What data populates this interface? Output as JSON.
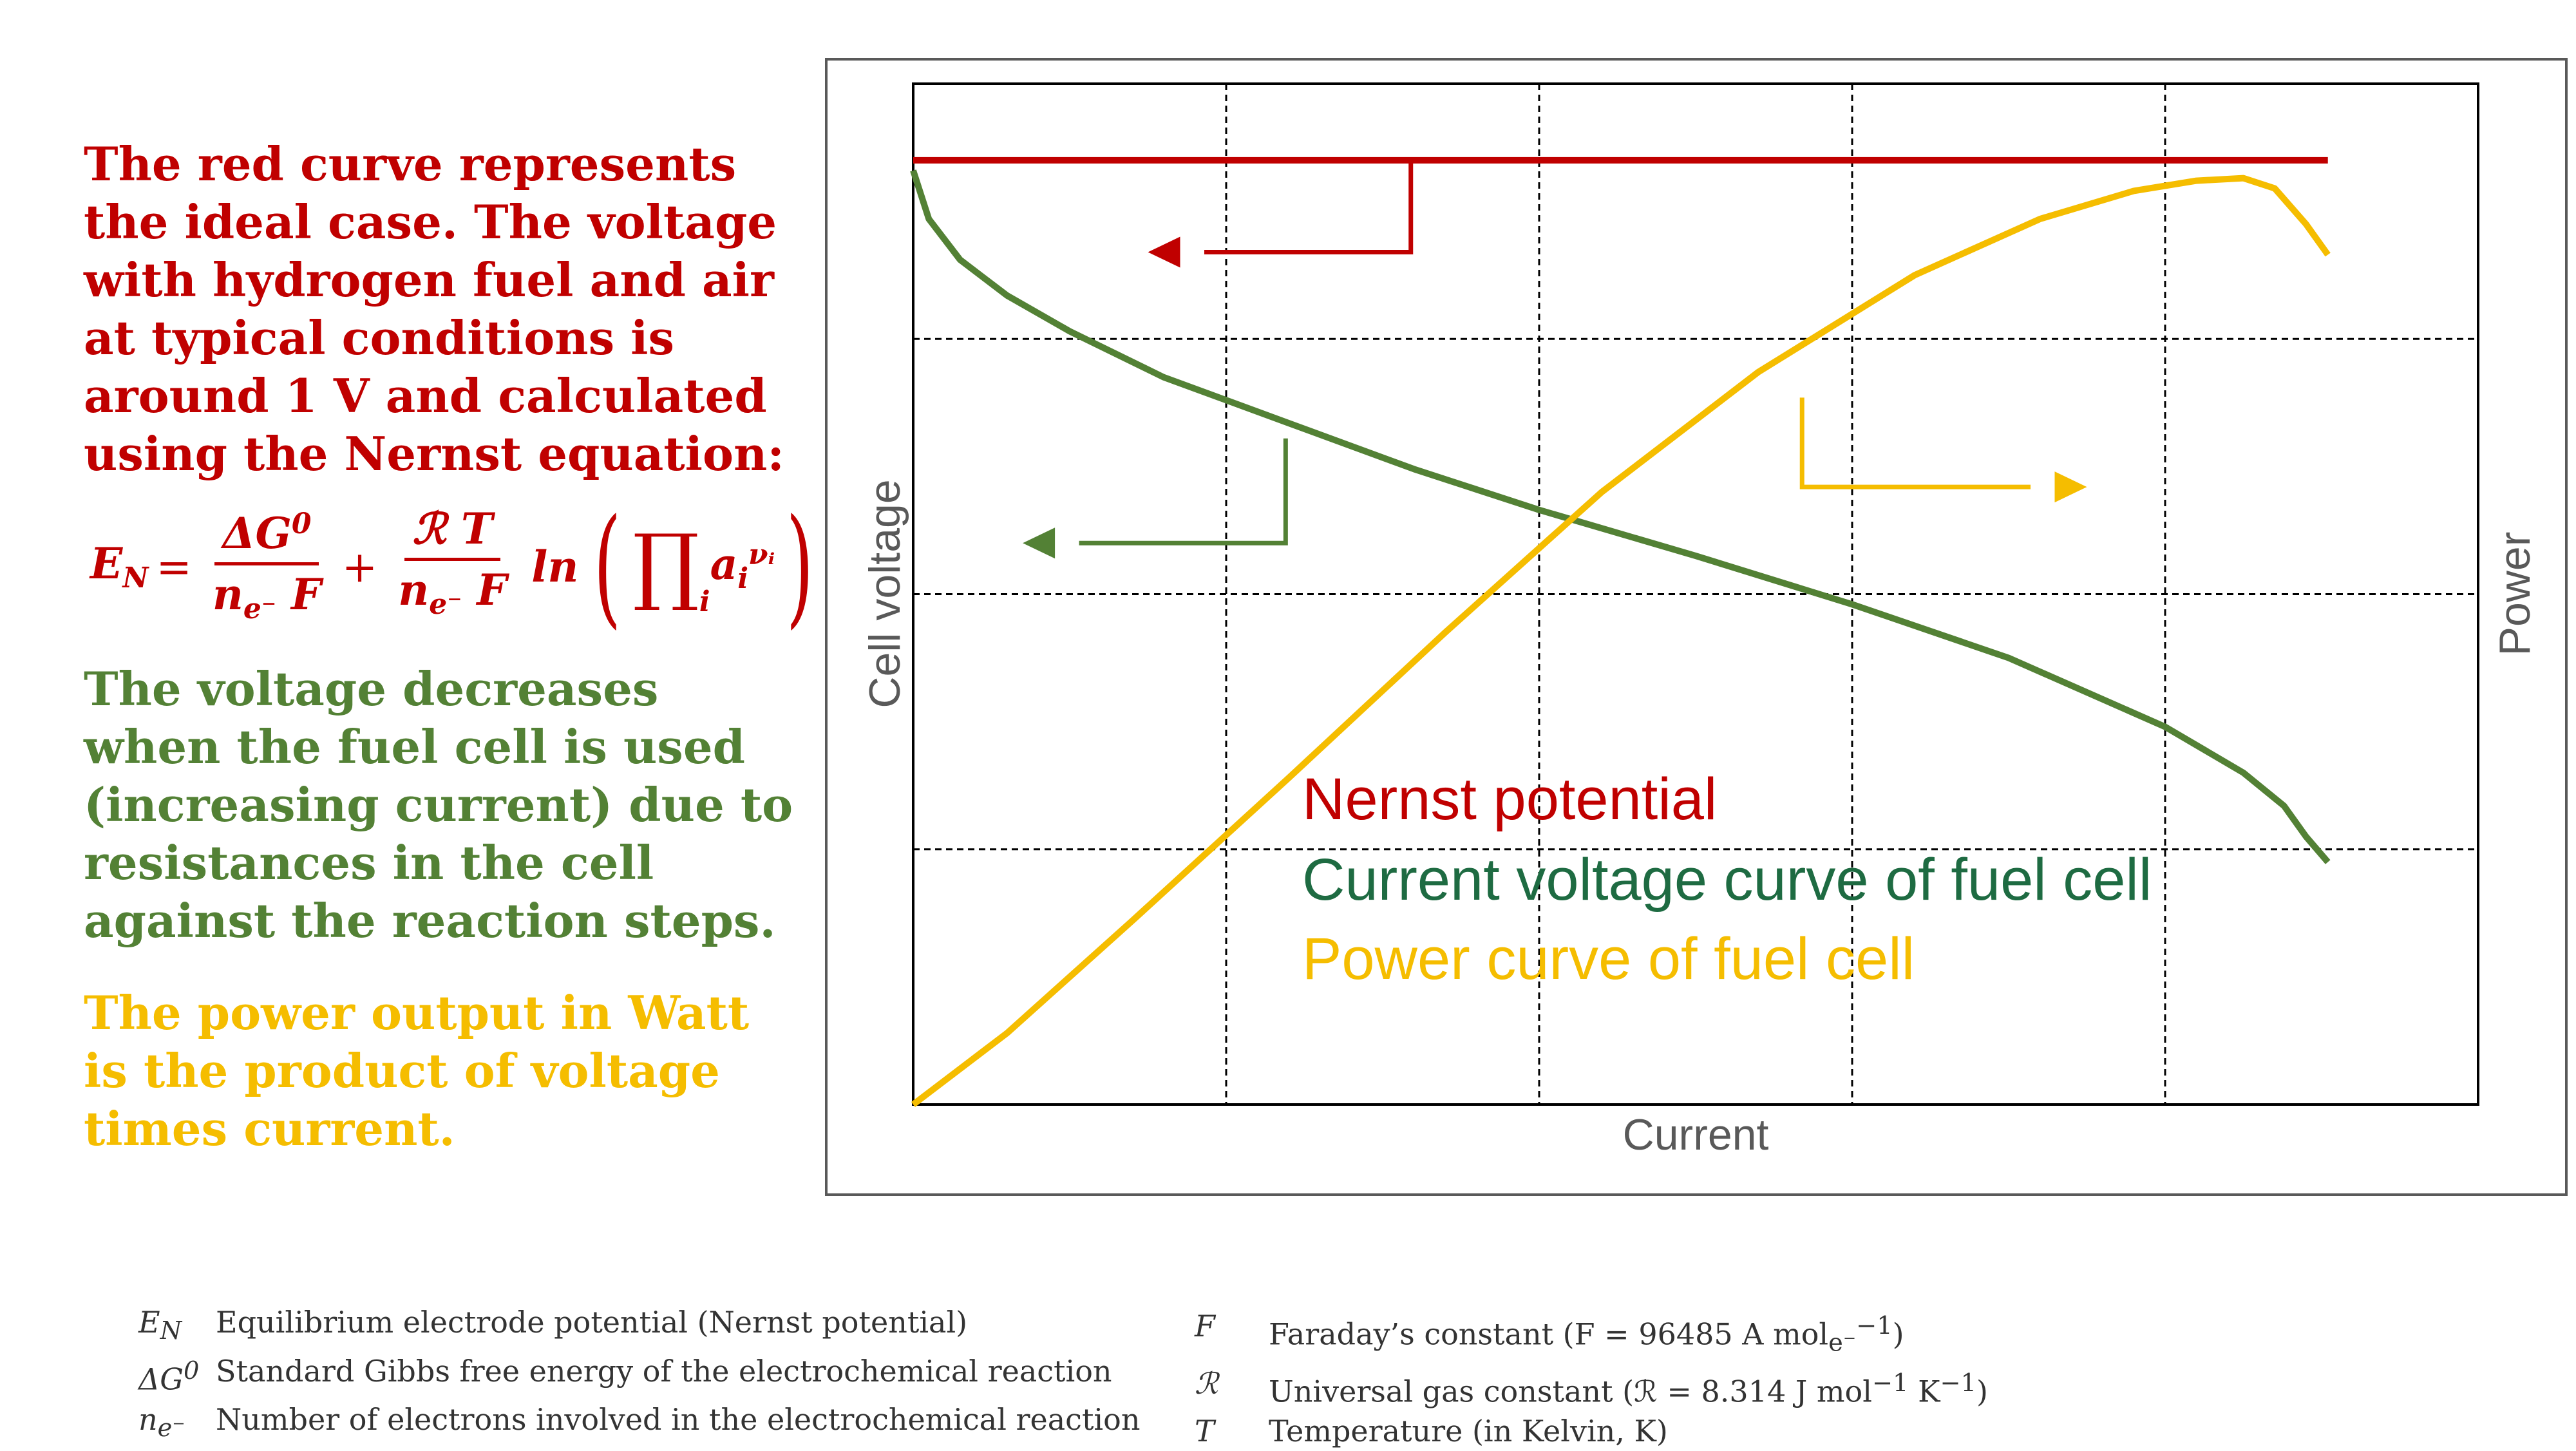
{
  "colors": {
    "red": "#c00000",
    "green": "#538135",
    "dark_green": "#1e6b42",
    "yellow": "#f5bd00",
    "axis_text": "#595959"
  },
  "text": {
    "red_lines": [
      "The red curve represents",
      "the ideal case. The voltage",
      "with hydrogen fuel and air",
      "at typical conditions is",
      "around 1 V and calculated",
      "using the Nernst equation:"
    ],
    "green_lines": [
      "The voltage decreases",
      "when the fuel cell is used",
      "(increasing current) due to",
      "resistances in the cell",
      "against the reaction steps."
    ],
    "yellow_lines": [
      "The power output in Watt",
      "is the product of voltage",
      "times current."
    ]
  },
  "equation": {
    "lhs": "E",
    "lhs_sub": "N",
    "equals": "=",
    "frac1_num": "ΔG",
    "frac1_num_sup": "0",
    "frac1_den": "n",
    "frac1_den_sub": "e⁻",
    "frac1_den_tail": "F",
    "plus": "+",
    "frac2_num": "ℛ T",
    "frac2_den": "n",
    "frac2_den_sub": "e⁻",
    "frac2_den_tail": "F",
    "ln": "ln",
    "prod": "∏",
    "prod_sub": "i",
    "a": "a",
    "a_sub": "i",
    "a_sup": "νᵢ"
  },
  "chart_data": {
    "type": "line",
    "xlabel": "Current",
    "ylabel": "Cell voltage",
    "y2label": "Power",
    "xlim": [
      0,
      5
    ],
    "ylim": [
      0,
      4
    ],
    "grid": true,
    "legend_placement": "center-bottom",
    "series": [
      {
        "name": "Nernst potential",
        "axis": "left",
        "x": [
          0,
          4.52
        ],
        "y": [
          3.7,
          3.7
        ]
      },
      {
        "name": "Current voltage curve of fuel cell",
        "axis": "left",
        "x": [
          0,
          0.05,
          0.15,
          0.3,
          0.5,
          0.8,
          1.2,
          1.6,
          2.0,
          2.5,
          3.0,
          3.5,
          4.0,
          4.25,
          4.38,
          4.45,
          4.52
        ],
        "y": [
          3.66,
          3.47,
          3.31,
          3.17,
          3.03,
          2.85,
          2.67,
          2.49,
          2.33,
          2.15,
          1.96,
          1.75,
          1.48,
          1.3,
          1.17,
          1.05,
          0.95
        ]
      },
      {
        "name": "Power curve of fuel cell",
        "axis": "right",
        "x": [
          0,
          0.3,
          0.7,
          1.2,
          1.7,
          2.2,
          2.7,
          3.2,
          3.6,
          3.9,
          4.1,
          4.25,
          4.35,
          4.45,
          4.52
        ],
        "y": [
          0,
          0.28,
          0.72,
          1.28,
          1.85,
          2.4,
          2.87,
          3.25,
          3.47,
          3.58,
          3.62,
          3.63,
          3.59,
          3.45,
          3.33
        ]
      }
    ],
    "legend": [
      "Nernst potential",
      "Current voltage curve of fuel cell",
      "Power curve of fuel cell"
    ]
  },
  "footer": {
    "left": [
      {
        "sym": "E",
        "sym_sub": "N",
        "desc": "Equilibrium electrode potential (Nernst potential)"
      },
      {
        "sym": "ΔG",
        "sym_sup": "0",
        "desc": "Standard Gibbs free energy of the electrochemical reaction"
      },
      {
        "sym": "n",
        "sym_sub": "e⁻",
        "desc": "Number of electrons involved in the electrochemical reaction"
      }
    ],
    "right": [
      {
        "sym": "F",
        "desc": "Faraday’s constant (F = 96485 A mol",
        "desc_sub": "e⁻",
        "desc_sup": "−1",
        "desc_tail": ")"
      },
      {
        "sym": "ℛ",
        "desc": "Universal gas constant (ℛ = 8.314 J mol",
        "desc_sup": "−1",
        "desc_mid": " K",
        "desc_sup2": "−1",
        "desc_tail": ")"
      },
      {
        "sym": "T",
        "desc": "Temperature (in Kelvin, K)"
      }
    ]
  }
}
